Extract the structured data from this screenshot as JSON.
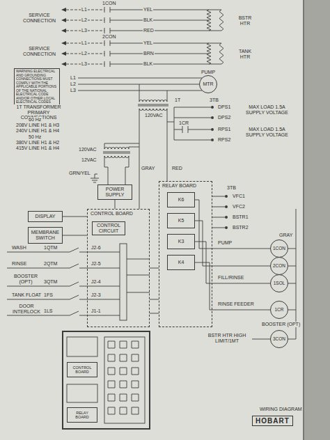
{
  "diagram": {
    "nodes": [
      {
        "text": [
          "WARNING ELECTRICAL AND GROUNDING CONNECTIONS MUST COMPLY WITH THE APPLICABLE PORTIONS OF THE NATIONAL ELECTRICAL CODE AND/OR OTHER LOCAL ELECTRICAL CODES"
        ]
      },
      {
        "text": [
          "DISPLAY"
        ]
      },
      {
        "text": [
          "MEMBRANE SWITCH"
        ]
      },
      {
        "text": [
          "POWER SUPPLY"
        ]
      },
      {
        "text": [
          "CONTROL BOARD"
        ]
      },
      {
        "text": [
          "CONTROL CIRCUIT"
        ],
        "in": 4
      },
      {
        "text": [
          "RELAY BOARD"
        ]
      },
      {
        "text": [
          "K6"
        ],
        "in": 6
      },
      {
        "text": [
          "K5"
        ],
        "in": 6
      },
      {
        "text": [
          "K3"
        ],
        "in": 6
      },
      {
        "text": [
          "K4"
        ],
        "in": 6
      },
      {
        "text": [
          "PUMP",
          "MTR"
        ]
      },
      {
        "text": [
          "1CON"
        ]
      },
      {
        "text": [
          "2CON"
        ]
      },
      {
        "text": [
          "1SOL"
        ]
      },
      {
        "text": [
          "1CR"
        ]
      },
      {
        "text": [
          "3CON"
        ]
      },
      {
        "text": [
          "CONTROL BOARD"
        ]
      },
      {
        "text": [
          "RELAY BOARD"
        ]
      }
    ],
    "edges": [
      {
        "from": 1,
        "to": 4,
        "arrow": "none"
      },
      {
        "from": 2,
        "to": 4,
        "arrow": "none"
      },
      {
        "from": 3,
        "to": 4,
        "arrow": "none"
      },
      {
        "from": 4,
        "to": 6,
        "arrow": "none"
      },
      {
        "from": 7,
        "to": 12,
        "arrow": "none"
      },
      {
        "from": 8,
        "to": 13,
        "arrow": "none"
      },
      {
        "from": 9,
        "to": 14,
        "arrow": "none"
      },
      {
        "from": 10,
        "to": 15,
        "arrow": "none"
      }
    ],
    "labels": [
      "SERVICE CONNECTION",
      "SERVICE CONNECTION",
      "L1",
      "L2",
      "L3",
      "L1",
      "L2",
      "L3",
      "L1",
      "L2",
      "L3",
      "1CON",
      "2CON",
      "YEL",
      "BLK",
      "RED",
      "YEL",
      "BRN",
      "BLK",
      "BSTR HTR",
      "TANK HTR",
      "1T",
      "120VAC",
      "3TB",
      "DPS1",
      "DPS2",
      "RPS1",
      "RPS2",
      "MAX LOAD 1.5A SUPPLY VOLTAGE",
      "MAX LOAD 1.5A SUPPLY VOLTAGE",
      "1CR",
      "1T TRANSFORMER PRIMARY CONNECTIONS",
      "60 Hz",
      "208V LINE H1 & H3",
      "240V LINE H1 & H4",
      "50 Hz",
      "380V LINE H1 & H2",
      "415V LINE H1 & H4",
      "120VAC",
      "12VAC",
      "GRAY",
      "RED",
      "GRN/YEL",
      "WASH",
      "1QTM",
      "RINSE",
      "2QTM",
      "BOOSTER (OPT)",
      "3QTM",
      "TANK FLOAT",
      "1FS",
      "DOOR INTERLOCK",
      "1LS",
      "J2-6",
      "J2-5",
      "J2-4",
      "J2-3",
      "J1-1",
      "3TB",
      "VFC1",
      "VFC2",
      "BSTR1",
      "BSTR2",
      "PUMP",
      "FILL/RINSE",
      "RINSE FEEDER",
      "GRAY",
      "BOOSTER (OPT)",
      "BSTR HTR HIGH LIMIT/1MT",
      "WIRING DIAGRAM",
      "HOBART"
    ]
  }
}
